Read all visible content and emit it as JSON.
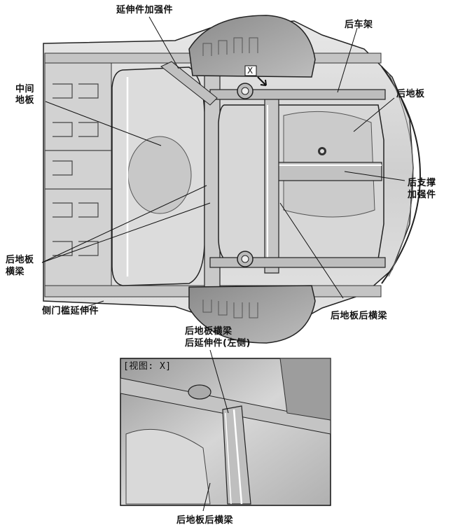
{
  "labels": {
    "extension_reinforcement": "延伸件加强件",
    "rear_frame": "后车架",
    "middle_floor_line1": "中间",
    "middle_floor_line2": "地板",
    "rear_floor": "后地板",
    "rear_support_reinf_line1": "后支撑",
    "rear_support_reinf_line2": "加强件",
    "rear_floor_crossmember_line1": "后地板",
    "rear_floor_crossmember_line2": "横梁",
    "side_sill_extension": "侧门槛延伸件",
    "rear_floor_rear_crossmember": "后地板后横梁",
    "x_marker": "X",
    "detail_crossmember_line1": "后地板横梁",
    "detail_crossmember_line2": "后延伸件(左侧)",
    "view_x": "[视图: X]",
    "detail_rear_crossmember": "后地板后横梁"
  },
  "colors": {
    "body_fill": "#d9d9d9",
    "body_shade": "#a9a9a9",
    "outline": "#1a1a1a",
    "weld_line": "#ffffff",
    "leader": "#111111"
  }
}
